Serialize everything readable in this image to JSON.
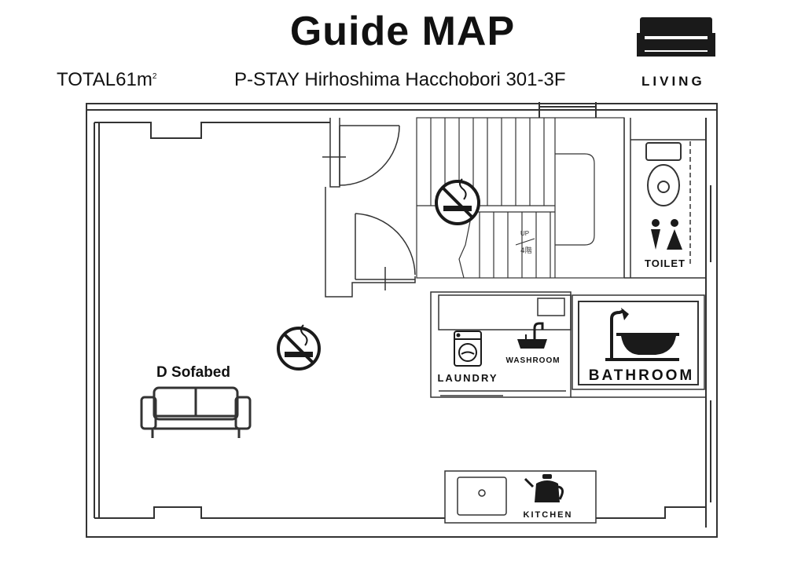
{
  "header": {
    "title": "Guide MAP",
    "total_text": "TOTAL61m",
    "total_unit_sup": "2",
    "property_name": "P-STAY Hirhoshima Hacchobori 301-3F"
  },
  "legend": {
    "living_label": "LIVING",
    "living_icon": "sofa-icon"
  },
  "rooms": {
    "toilet_label": "TOILET",
    "laundry_label": "LAUNDRY",
    "washroom_label": "WASHROOM",
    "bathroom_label": "BATHROOM",
    "kitchen_label": "KITCHEN",
    "sofabed_label": "D Sofabed",
    "stairs_up_label": "UP",
    "stairs_floor_label": "4階"
  },
  "icons": {
    "no_smoking_1": "no-smoking-icon",
    "no_smoking_2": "no-smoking-icon",
    "toilet": "toilet-icon",
    "restroom": "restroom-people-icon",
    "washing_machine": "washing-machine-icon",
    "sink": "sink-faucet-icon",
    "bathtub": "bathtub-shower-icon",
    "kettle": "kettle-icon",
    "sofa": "sofa-icon"
  },
  "colors": {
    "wall": "#333333",
    "icon": "#1a1a1a",
    "background": "#ffffff"
  }
}
